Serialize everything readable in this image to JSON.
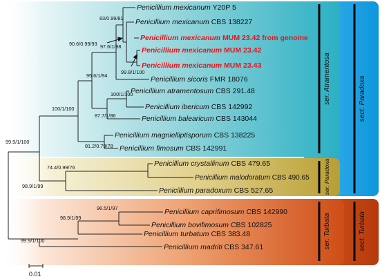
{
  "taxa": [
    {
      "genus": "Penicillium",
      "species": "mexicanum",
      "strain": "Y20P 5",
      "highlight": false
    },
    {
      "genus": "Penicillium",
      "species": "mexicanum",
      "strain": "CBS 138227",
      "highlight": false
    },
    {
      "genus": "Penicillium",
      "species": "mexicanum",
      "strain": "MUM 23.42 from genome",
      "highlight": true
    },
    {
      "genus": "Penicillium",
      "species": "mexicanum",
      "strain": "MUM 23.42",
      "highlight": true
    },
    {
      "genus": "Penicillium",
      "species": "mexicanum",
      "strain": "MUM 23.43",
      "highlight": true
    },
    {
      "genus": "Penicillium",
      "species": "sicoris",
      "strain": "FMR 18076",
      "highlight": false
    },
    {
      "genus": "Penicillium",
      "species": "atramentosum",
      "strain": "CBS 291.48",
      "highlight": false
    },
    {
      "genus": "Penicillium",
      "species": "ibericum",
      "strain": "CBS 142992",
      "highlight": false
    },
    {
      "genus": "Penicillium",
      "species": "balearicum",
      "strain": "CBS 143044",
      "highlight": false
    },
    {
      "genus": "Penicillium",
      "species": "magnielliptisporum",
      "strain": "CBS 138225",
      "highlight": false
    },
    {
      "genus": "Penicillium",
      "species": "fimosum",
      "strain": "CBS 142991",
      "highlight": false
    },
    {
      "genus": "Penicillium",
      "species": "crystallinum",
      "strain": "CBS 479.65",
      "highlight": false
    },
    {
      "genus": "Penicillium",
      "species": "malodoratum",
      "strain": "CBS 490.65",
      "highlight": false
    },
    {
      "genus": "Penicillium",
      "species": "paradoxum",
      "strain": "CBS 527.65",
      "highlight": false
    },
    {
      "genus": "Penicillium",
      "species": "caprifimosum",
      "strain": "CBS 142990",
      "highlight": false
    },
    {
      "genus": "Penicillium",
      "species": "bovifimosum",
      "strain": "CBS 102825",
      "highlight": false
    },
    {
      "genus": "Penicillium",
      "species": "turbatum",
      "strain": "CBS 383.48",
      "highlight": false
    },
    {
      "genus": "Penicillium",
      "species": "madriti",
      "strain": "CBS 347.61",
      "highlight": false
    }
  ],
  "support_values": [
    "83/0.99/81",
    "90.6/0.99/93",
    "97.6/1/98",
    "99.8/1/100",
    "95.6/1/94",
    "100/1/100",
    "87.7/1/86",
    "100/1/100",
    "81.2/0.79/78",
    "74.4/0.99/76",
    "98.9/1/99",
    "99.9/1/100",
    "96.5/1/97",
    "98.9/1/99",
    "99.9/1/100"
  ],
  "series_labels": {
    "atramentosa": "ser. Atramentosa",
    "paradoxa": "ser. Paradoxa",
    "turbata": "ser. Turbata"
  },
  "section_labels": {
    "paradoxa": "sect. Paradoxa",
    "turbata": "sect. Turbata"
  },
  "scale_bar": {
    "label": "0.01"
  },
  "colors": {
    "atramentosa_band": "#2bb0c4",
    "paradoxa_band": "#c9b34a",
    "turbata_band": "#d2501a",
    "section_paradoxa": "#1aa4e6",
    "section_turbata": "#c4400e",
    "highlight_text": "#e8141b"
  }
}
